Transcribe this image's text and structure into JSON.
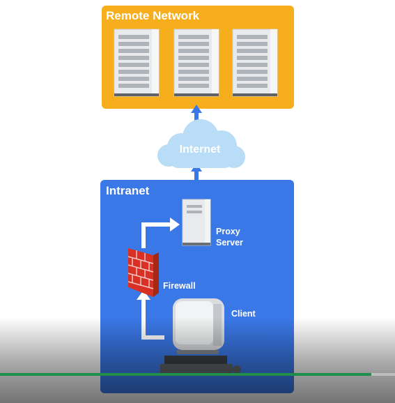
{
  "diagram": {
    "remote_network": {
      "title": "Remote Network"
    },
    "internet": {
      "label": "Internet"
    },
    "intranet": {
      "title": "Intranet"
    },
    "proxy_server": {
      "label_line1": "Proxy",
      "label_line2": "Server"
    },
    "firewall": {
      "label": "Firewall"
    },
    "client": {
      "label": "Client"
    }
  },
  "video": {
    "progress": 0.94
  },
  "colors": {
    "remote_panel": "#f6ae1c",
    "intranet_panel": "#3b78e7",
    "cloud": "#b9dcf7",
    "arrow_blue": "#3b78e7",
    "arrow_white": "#ffffff",
    "firewall": "#d93025",
    "progress": "#1e8e4a"
  }
}
